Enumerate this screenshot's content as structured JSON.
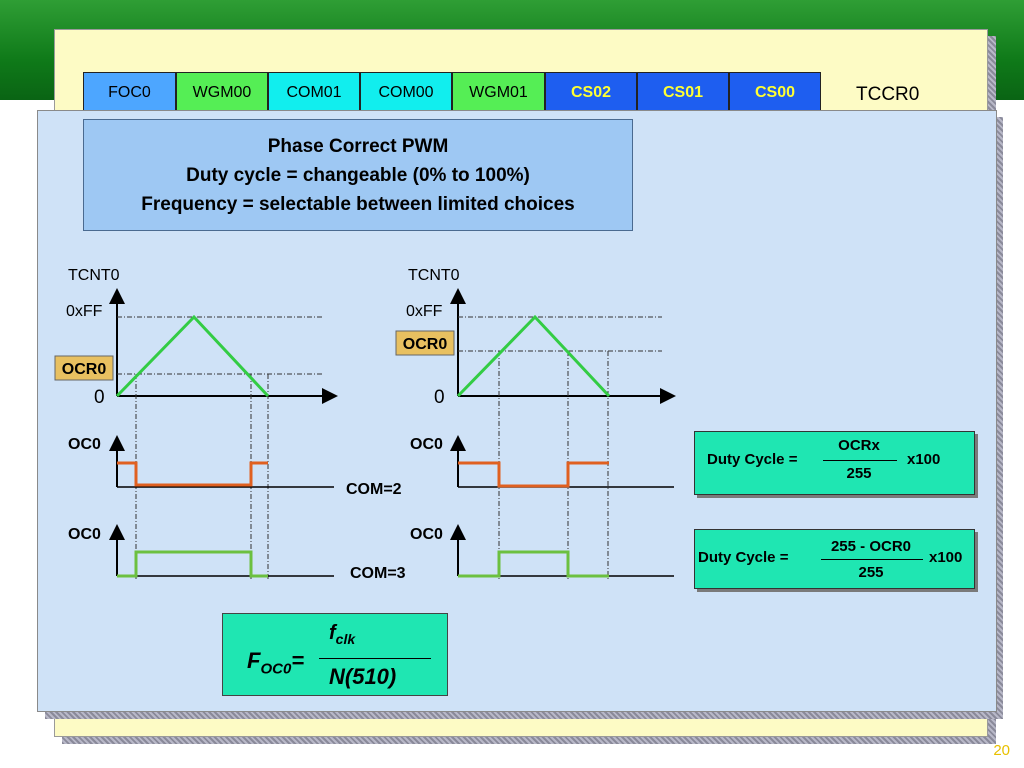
{
  "register": {
    "name": "TCCR0",
    "bits": [
      {
        "label": "FOC0",
        "bg": "#4da6ff",
        "bold": false
      },
      {
        "label": "WGM00",
        "bg": "#55ee55",
        "bold": false
      },
      {
        "label": "COM01",
        "bg": "#11eeee",
        "bold": false
      },
      {
        "label": "COM00",
        "bg": "#11eeee",
        "bold": false
      },
      {
        "label": "WGM01",
        "bg": "#55ee55",
        "bold": false
      },
      {
        "label": "CS02",
        "bg": "#1e5ef0",
        "bold": true
      },
      {
        "label": "CS01",
        "bg": "#1e5ef0",
        "bold": true
      },
      {
        "label": "CS00",
        "bg": "#1e5ef0",
        "bold": true
      }
    ]
  },
  "title_box": {
    "line1": "Phase Correct PWM",
    "line2": "Duty cycle = changeable (0% to 100%)",
    "line3": "Frequency = selectable between limited choices"
  },
  "left_diagram": {
    "tcnt_label": "TCNT0",
    "max_label": "0xFF",
    "ocr_label": "OCR0",
    "zero_label": "0",
    "oc_label_1": "OC0",
    "oc_label_2": "OC0",
    "com_label_1": "COM=2",
    "com_label_2": "COM=3"
  },
  "right_diagram": {
    "tcnt_label": "TCNT0",
    "max_label": "0xFF",
    "ocr_label": "OCR0",
    "zero_label": "0",
    "oc_label_1": "OC0",
    "oc_label_2": "OC0"
  },
  "duty_formula_1": {
    "label": "Duty Cycle =",
    "numerator": "OCRx",
    "denominator": "255",
    "suffix": "x100"
  },
  "duty_formula_2": {
    "label": "Duty Cycle =",
    "numerator": "255 - OCR0",
    "denominator": "255",
    "suffix": "x100"
  },
  "freq_formula": {
    "lhs_f": "F",
    "lhs_sub": "OC0",
    "equals": "=",
    "num_f": "f",
    "num_sub": "clk",
    "denominator": "N(510)"
  },
  "page_number": "20",
  "colors": {
    "counter_line": "#33cc44",
    "oc_com2": "#e06020",
    "oc_com3": "#6cc040",
    "ocr_tag": "#e8c060"
  }
}
